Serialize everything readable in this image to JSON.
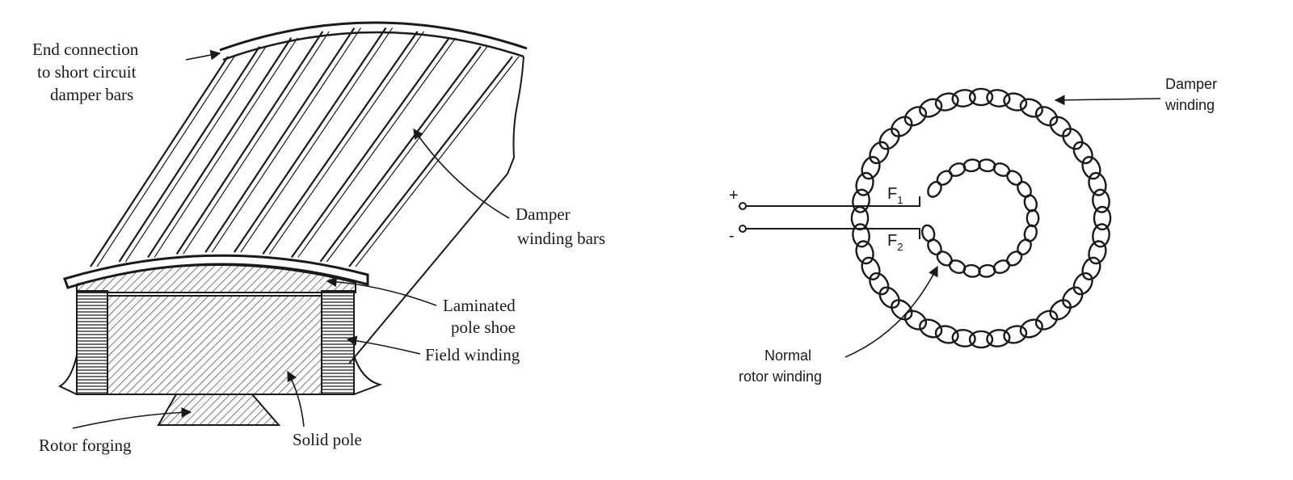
{
  "left_figure": {
    "labels": {
      "end_connection": [
        "End connection",
        "to short circuit",
        "damper bars"
      ],
      "damper_bars": [
        "Damper",
        "winding bars"
      ],
      "pole_shoe": [
        "Laminated",
        "pole shoe"
      ],
      "field_winding": "Field winding",
      "solid_pole": "Solid pole",
      "rotor_forging": "Rotor forging"
    }
  },
  "right_figure": {
    "labels": {
      "damper_winding": [
        "Damper",
        "winding"
      ],
      "normal_rotor_winding": [
        "Normal",
        "rotor winding"
      ],
      "plus_terminal": "+",
      "minus_terminal": "-",
      "f1": "F",
      "f1_sub": "1",
      "f2": "F",
      "f2_sub": "2"
    }
  },
  "colors": {
    "ink": "#1a1a1a",
    "hatch": "#555555",
    "background": "#ffffff"
  }
}
